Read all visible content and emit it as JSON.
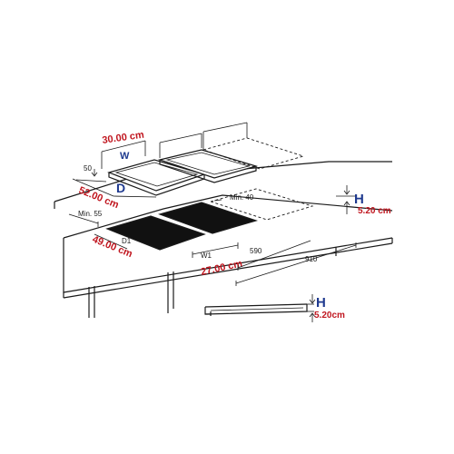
{
  "dimensions": {
    "width_value": "30.00 cm",
    "width_letter": "W",
    "depth_value": "52.00 cm",
    "depth_letter": "D",
    "thickness_small": "50",
    "height_letter_top": "H",
    "height_value_top": "5.20 cm",
    "min_gap_front": "Min. 55",
    "min_gap_side": "Min. 40",
    "cutout_depth_letter": "D1",
    "cutout_depth_value": "49.00 cm",
    "cutout_width_letter": "W1",
    "cutout_width_value": "27.00 cm",
    "dim_590": "590",
    "dim_910": "910",
    "height_letter_side": "H",
    "height_value_side": "5.20cm"
  },
  "colors": {
    "value_red": "#c0161f",
    "letter_blue": "#1f3a8f",
    "cooktop_black": "#111111",
    "line": "#1a1a1a"
  }
}
